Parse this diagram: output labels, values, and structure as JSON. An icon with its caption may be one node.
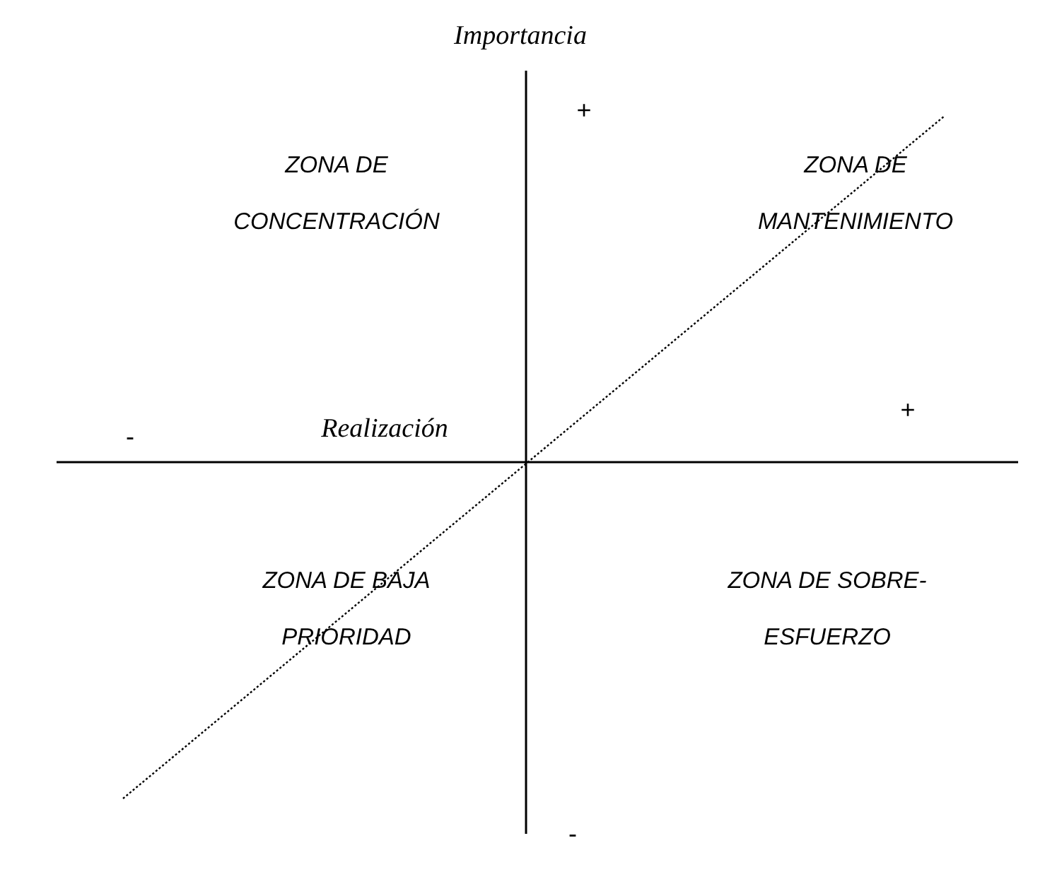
{
  "diagram": {
    "labels": [
      "Importancia",
      "+",
      "ZONA DE CONCENTRACIÓN",
      "ZONA DE MANTENIMIENTO",
      "-",
      "Realización",
      "+",
      "ZONA DE BAJA PRIORIDAD",
      "ZONA DE SOBRE-ESFUERZO",
      "-"
    ]
  }
}
